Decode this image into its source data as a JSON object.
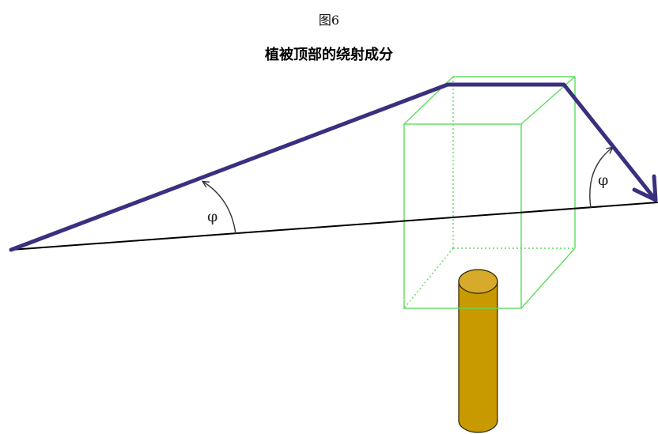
{
  "figure": {
    "number": "图6",
    "title": "植被顶部的绕射成分"
  },
  "diagram": {
    "angle_label_left": "φ",
    "angle_label_right": "φ",
    "colors": {
      "ray_path": "#39307f",
      "baseline": "#000000",
      "box_edges": "#5fdc5f",
      "trunk_fill": "#c99a00",
      "trunk_top": "#d7aa2c",
      "trunk_outline": "#2a2200",
      "angle_arc": "#333333"
    }
  }
}
